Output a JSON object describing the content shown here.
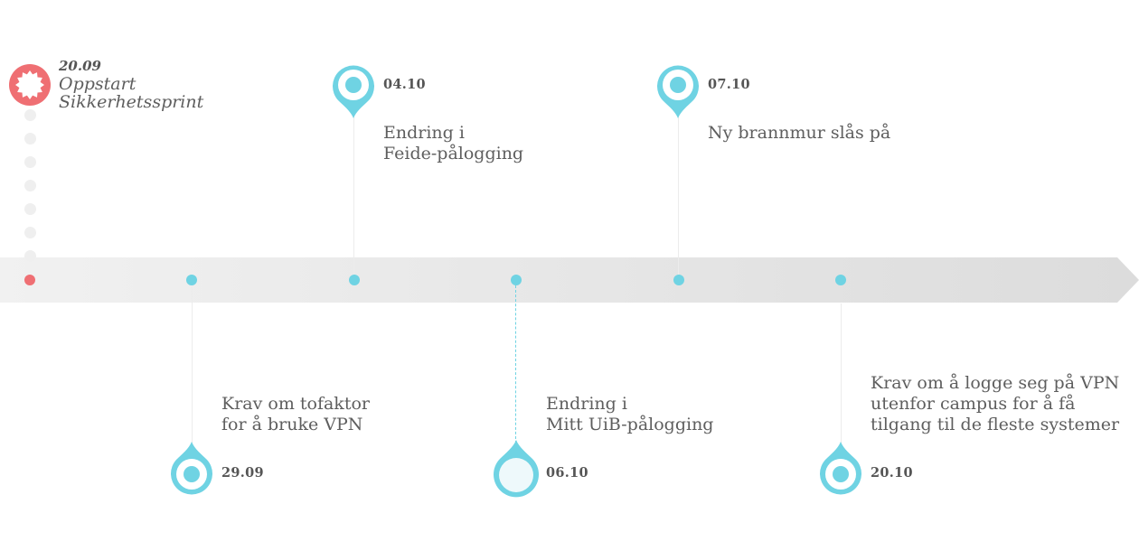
{
  "timeline": {
    "colors": {
      "accent": "#6fd3e3",
      "start": "#ef6f73",
      "band": "#efefef",
      "text": "#5e5e5e"
    },
    "start_event": {
      "date": "20.09",
      "title_line1": "Oppstart",
      "title_line2": "Sikkerhetssprint",
      "icon": "starburst-icon"
    },
    "events": [
      {
        "date": "29.09",
        "line1": "Krav om tofaktor",
        "line2": "for å bruke VPN",
        "position": "below"
      },
      {
        "date": "04.10",
        "line1": "Endring i",
        "line2": "Feide-pålogging",
        "position": "above"
      },
      {
        "date": "06.10",
        "line1": "Endring i",
        "line2": "Mitt UiB-pålogging",
        "position": "below",
        "active": true
      },
      {
        "date": "07.10",
        "line1": "Ny brannmur slås på",
        "position": "above"
      },
      {
        "date": "20.10",
        "line1": "Krav om å logge seg på VPN",
        "line2": "utenfor campus for å få",
        "line3": "tilgang til de fleste systemer",
        "position": "below"
      }
    ]
  }
}
